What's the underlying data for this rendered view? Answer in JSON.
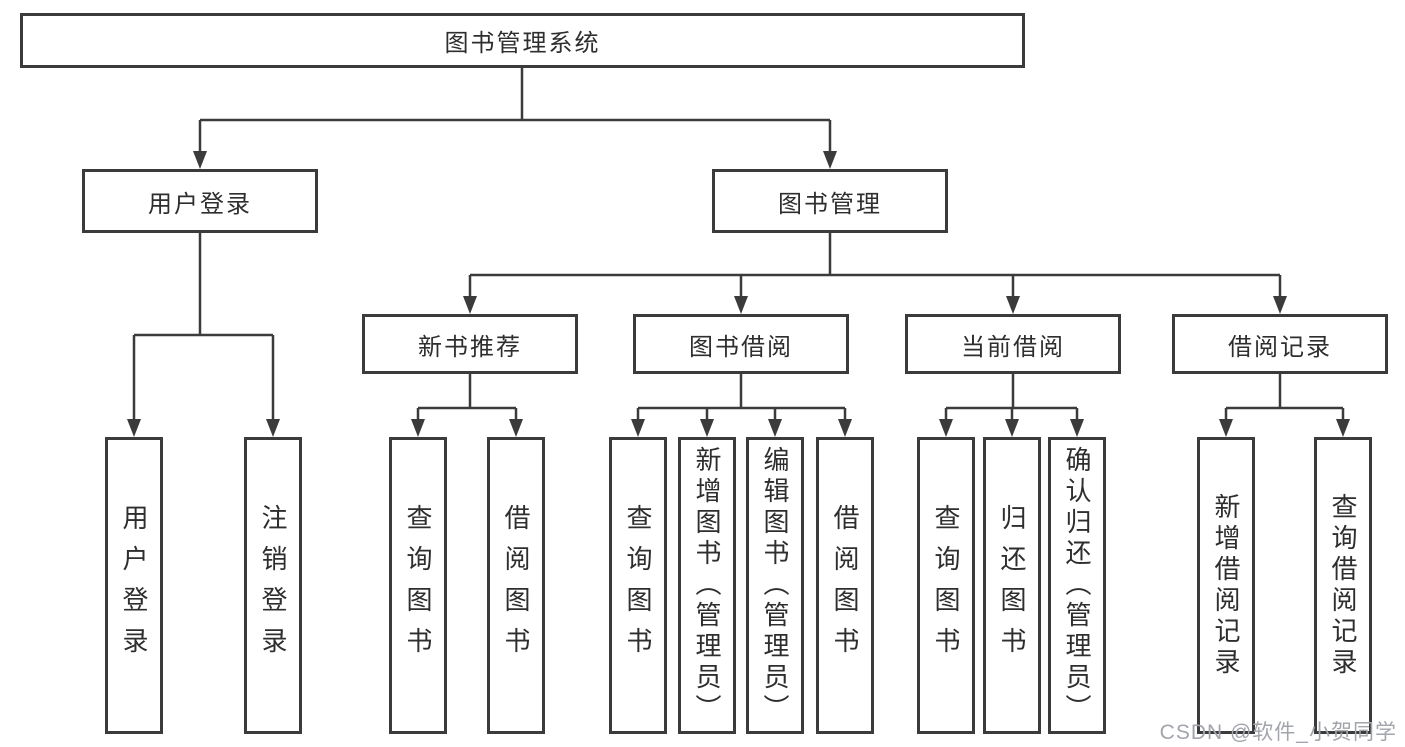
{
  "root": {
    "label": "图书管理系统"
  },
  "branches": {
    "user_login": {
      "label": "用户登录",
      "children": [
        {
          "label": "用户登录"
        },
        {
          "label": "注销登录"
        }
      ]
    },
    "book_mgmt": {
      "label": "图书管理",
      "sections": [
        {
          "label": "新书推荐",
          "children": [
            {
              "label": "查询图书"
            },
            {
              "label": "借阅图书"
            }
          ]
        },
        {
          "label": "图书借阅",
          "children": [
            {
              "label": "查询图书"
            },
            {
              "label": "新增图书（管理员）"
            },
            {
              "label": "编辑图书（管理员）"
            },
            {
              "label": "借阅图书"
            }
          ]
        },
        {
          "label": "当前借阅",
          "children": [
            {
              "label": "查询图书"
            },
            {
              "label": "归还图书"
            },
            {
              "label": "确认归还（管理员）"
            }
          ]
        },
        {
          "label": "借阅记录",
          "children": [
            {
              "label": "新增借阅记录"
            },
            {
              "label": "查询借阅记录"
            }
          ]
        }
      ]
    }
  },
  "watermark": "CSDN @软件_小贺同学",
  "colors": {
    "line": "#3b3b3b",
    "text": "#2e2e2e",
    "watermark": "#a2a5ac",
    "background": "#ffffff"
  }
}
